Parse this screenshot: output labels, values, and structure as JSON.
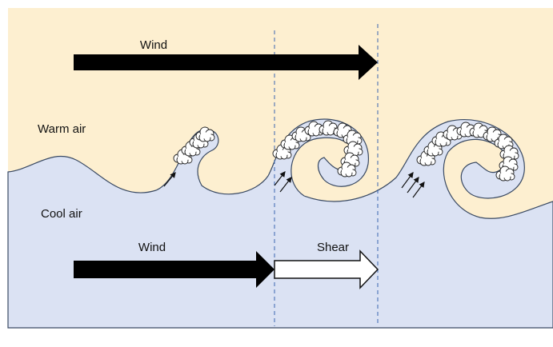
{
  "labels": {
    "warm_air": "Warm air",
    "cool_air": "Cool air",
    "upper_wind": "Wind",
    "lower_wind": "Wind",
    "shear": "Shear"
  },
  "colors": {
    "warm_air_fill": "#fdefd0",
    "cool_air_fill": "#dbe2f3",
    "interface_line": "#3a4a63",
    "guide_line": "#3b66b0",
    "wind_arrow": "#000000",
    "shear_arrow_fill": "#ffffff",
    "cloud_fill": "#ffffff"
  },
  "icons": {
    "cloud": "cloud-puff-icon",
    "updraft": "small-arrow-icon"
  }
}
